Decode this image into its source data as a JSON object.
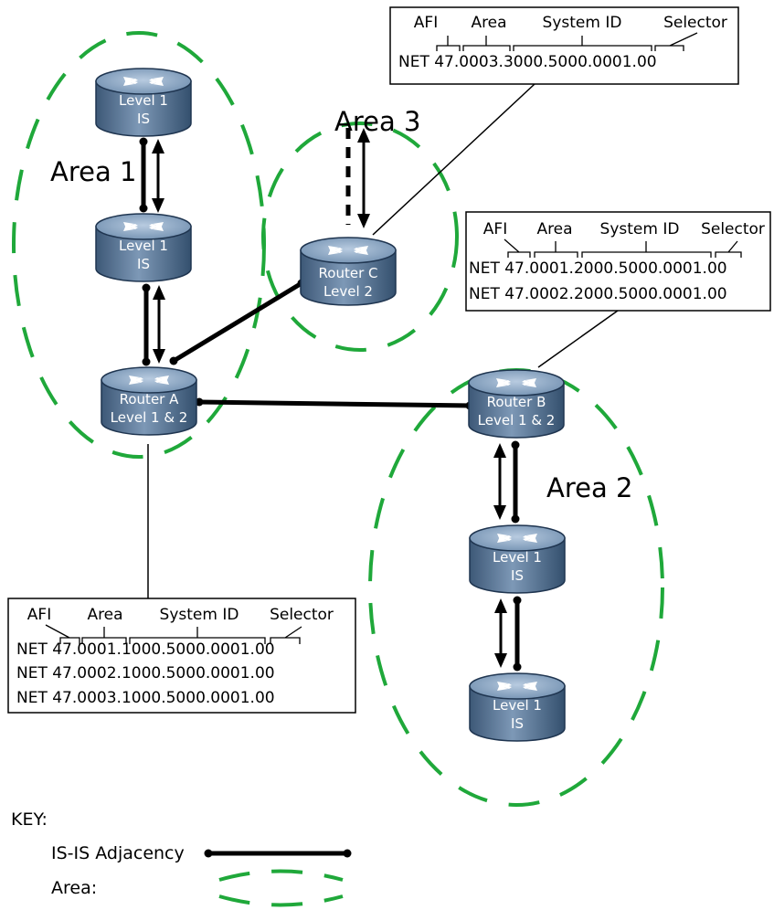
{
  "areas": [
    {
      "label": "Area 1"
    },
    {
      "label": "Area 3"
    },
    {
      "label": "Area 2"
    }
  ],
  "routers": {
    "r1": {
      "line1": "Level 1",
      "line2": "IS"
    },
    "r2": {
      "line1": "Level 1",
      "line2": "IS"
    },
    "router_a": {
      "line1": "Router A",
      "line2": "Level 1 & 2"
    },
    "router_c": {
      "line1": "Router C",
      "line2": "Level 2"
    },
    "router_b": {
      "line1": "Router B",
      "line2": "Level 1 & 2"
    },
    "r5": {
      "line1": "Level 1",
      "line2": "IS"
    },
    "r6": {
      "line1": "Level 1",
      "line2": "IS"
    }
  },
  "net_boxes": {
    "router_c": {
      "headers": {
        "afi": "AFI",
        "area": "Area",
        "system_id": "System ID",
        "selector": "Selector"
      },
      "lines": [
        "NET 47.0003.3000.5000.0001.00"
      ]
    },
    "router_b": {
      "headers": {
        "afi": "AFI",
        "area": "Area",
        "system_id": "System ID",
        "selector": "Selector"
      },
      "lines": [
        "NET 47.0001.2000.5000.0001.00",
        "NET 47.0002.2000.5000.0001.00"
      ]
    },
    "router_a": {
      "headers": {
        "afi": "AFI",
        "area": "Area",
        "system_id": "System ID",
        "selector": "Selector"
      },
      "lines": [
        "NET 47.0001.1000.5000.0001.00",
        "NET 47.0002.1000.5000.0001.00",
        "NET 47.0003.1000.5000.0001.00"
      ]
    }
  },
  "key": {
    "title": "KEY:",
    "adjacency_label": "IS-IS Adjacency",
    "area_label": "Area:"
  },
  "colors": {
    "area_ring": "#1fa83a",
    "router_body": "#5f7d9c",
    "router_top": "#8fa9c4"
  }
}
